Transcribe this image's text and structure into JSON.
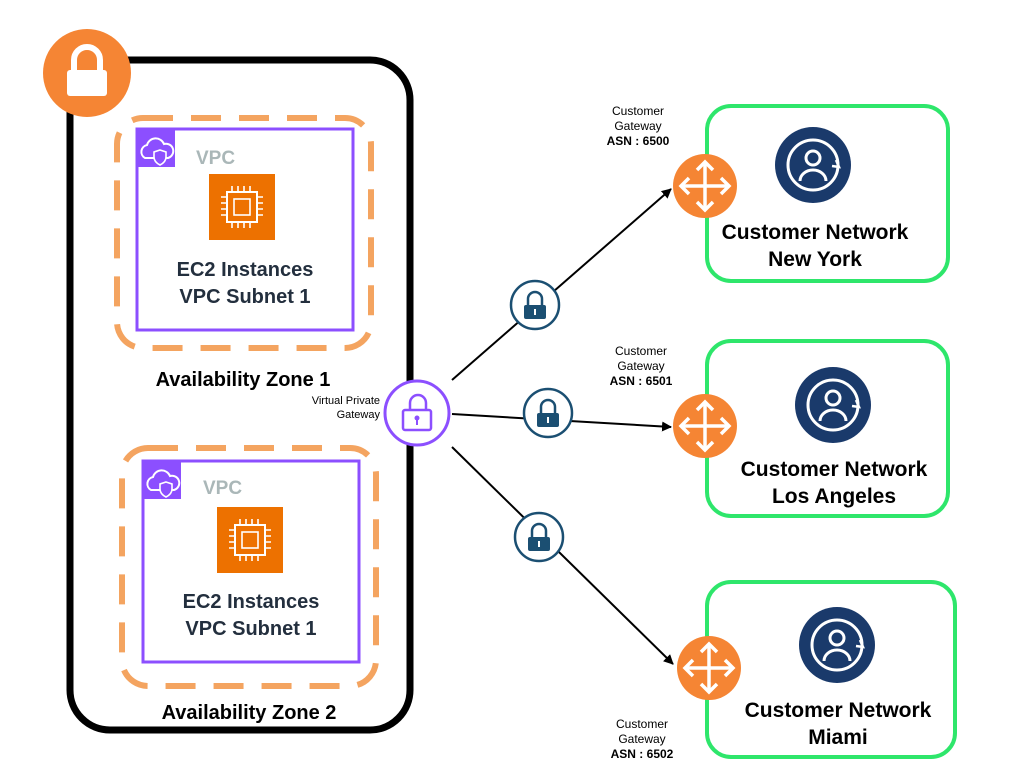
{
  "colors": {
    "region_border": "#000000",
    "az_border": "#f4a460",
    "vpc_border": "#8c4fff",
    "vpc_label": "#aab7b8",
    "ec2_fill": "#ed7100",
    "lock_badge": "#ed7100",
    "vgw": "#8c4fff",
    "router": "#f58534",
    "customer_border": "#2ee66b",
    "customer_icon": "#1a3a6b",
    "vpn_lock": "#1b4f72",
    "text": "#232f3e"
  },
  "availability_zones": [
    {
      "label": "Availability Zone 1",
      "vpc": {
        "label": "VPC",
        "icon": "vpc-cloud-shield-icon"
      },
      "ec2": {
        "icon": "ec2-chip-icon",
        "line1": "EC2 Instances",
        "line2": "VPC Subnet 1"
      }
    },
    {
      "label": "Availability Zone 2",
      "vpc": {
        "label": "VPC",
        "icon": "vpc-cloud-shield-icon"
      },
      "ec2": {
        "icon": "ec2-chip-icon",
        "line1": "EC2 Instances",
        "line2": "VPC Subnet 1"
      }
    }
  ],
  "region_badge": {
    "icon": "padlock-icon"
  },
  "virtual_private_gateway": {
    "line1": "Virtual Private",
    "line2": "Gateway",
    "icon": "vpn-gateway-lock-icon"
  },
  "connections": [
    {
      "vpn_icon": "vpn-lock-icon",
      "gateway": {
        "line1": "Customer",
        "line2": "Gateway",
        "line3": "ASN : 6500",
        "icon": "router-icon"
      },
      "network": {
        "line1": "Customer Network",
        "line2": "New York",
        "icon": "customer-user-icon"
      }
    },
    {
      "vpn_icon": "vpn-lock-icon",
      "gateway": {
        "line1": "Customer",
        "line2": "Gateway",
        "line3": "ASN : 6501",
        "icon": "router-icon"
      },
      "network": {
        "line1": "Customer Network",
        "line2": "Los Angeles",
        "icon": "customer-user-icon"
      }
    },
    {
      "vpn_icon": "vpn-lock-icon",
      "gateway": {
        "line1": "Customer",
        "line2": "Gateway",
        "line3": "ASN : 6502",
        "icon": "router-icon"
      },
      "network": {
        "line1": "Customer Network",
        "line2": "Miami",
        "icon": "customer-user-icon"
      }
    }
  ]
}
